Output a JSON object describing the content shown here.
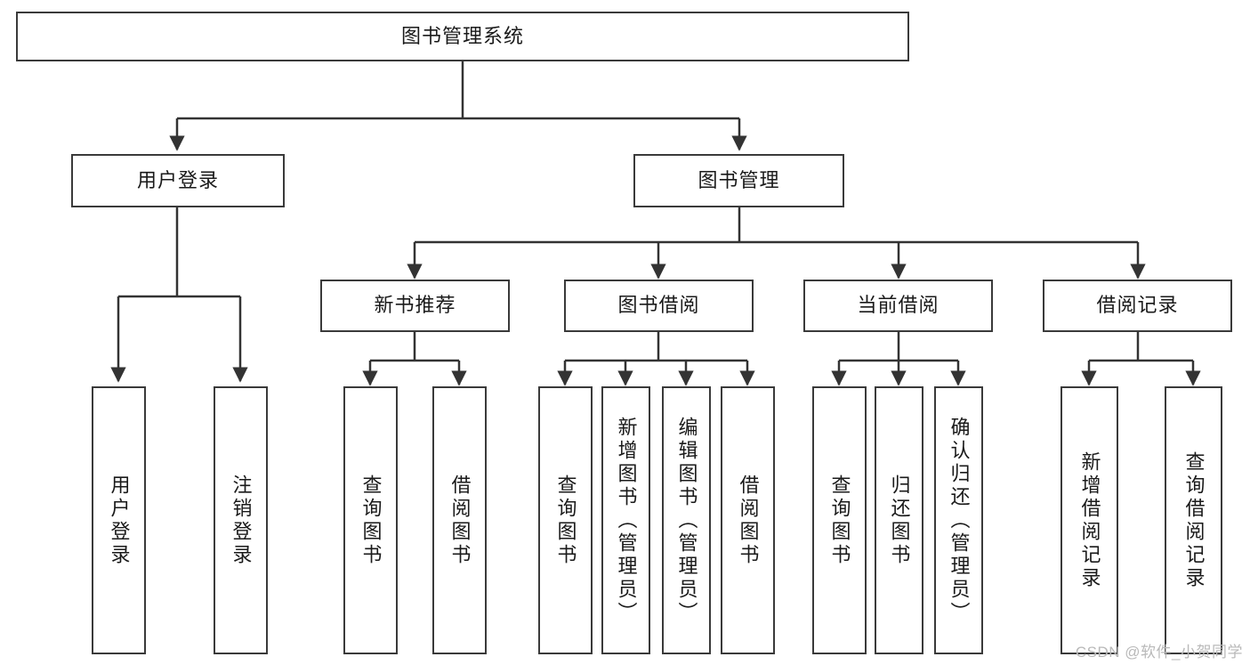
{
  "diagram": {
    "type": "tree-hierarchy",
    "title": "图书管理系统",
    "watermark": "CSDN @软件_小贺同学",
    "colors": {
      "background": "#ffffff",
      "box_border": "#3a3a3a",
      "box_fill": "#ffffff",
      "text": "#1a1a1a",
      "connector": "#333333",
      "watermark": "#b9b9b9"
    },
    "levels": {
      "level0": {
        "label": "root system"
      },
      "level1": {
        "label": "main modules"
      },
      "level2": {
        "label": "sub modules"
      },
      "level3": {
        "label": "leaf functions"
      }
    },
    "nodes": {
      "root": {
        "text": "图书管理系统",
        "orientation": "horizontal"
      },
      "user_login": {
        "text": "用户登录",
        "orientation": "horizontal"
      },
      "book_manage": {
        "text": "图书管理",
        "orientation": "horizontal"
      },
      "new_book_rec": {
        "text": "新书推荐",
        "orientation": "horizontal"
      },
      "book_borrow": {
        "text": "图书借阅",
        "orientation": "horizontal"
      },
      "current_borrow": {
        "text": "当前借阅",
        "orientation": "horizontal"
      },
      "borrow_record": {
        "text": "借阅记录",
        "orientation": "horizontal"
      },
      "leaf_user_login": {
        "text": "用户登录",
        "orientation": "vertical"
      },
      "leaf_user_logout": {
        "text": "注销登录",
        "orientation": "vertical"
      },
      "leaf_rec_query": {
        "text": "查询图书",
        "orientation": "vertical"
      },
      "leaf_rec_borrow": {
        "text": "借阅图书",
        "orientation": "vertical"
      },
      "leaf_borrow_query": {
        "text": "查询图书",
        "orientation": "vertical"
      },
      "leaf_borrow_add": {
        "text": "新增图书（管理员）",
        "orientation": "vertical"
      },
      "leaf_borrow_edit": {
        "text": "编辑图书（管理员）",
        "orientation": "vertical"
      },
      "leaf_borrow_do": {
        "text": "借阅图书",
        "orientation": "vertical"
      },
      "leaf_current_query": {
        "text": "查询图书",
        "orientation": "vertical"
      },
      "leaf_current_return": {
        "text": "归还图书",
        "orientation": "vertical"
      },
      "leaf_current_confirm": {
        "text": "确认归还（管理员）",
        "orientation": "vertical"
      },
      "leaf_record_add": {
        "text": "新增借阅记录",
        "orientation": "vertical"
      },
      "leaf_record_query": {
        "text": "查询借阅记录",
        "orientation": "vertical"
      }
    },
    "edges": [
      {
        "from": "root",
        "to": "user_login"
      },
      {
        "from": "root",
        "to": "book_manage"
      },
      {
        "from": "user_login",
        "to": "leaf_user_login"
      },
      {
        "from": "user_login",
        "to": "leaf_user_logout"
      },
      {
        "from": "book_manage",
        "to": "new_book_rec"
      },
      {
        "from": "book_manage",
        "to": "book_borrow"
      },
      {
        "from": "book_manage",
        "to": "current_borrow"
      },
      {
        "from": "book_manage",
        "to": "borrow_record"
      },
      {
        "from": "new_book_rec",
        "to": "leaf_rec_query"
      },
      {
        "from": "new_book_rec",
        "to": "leaf_rec_borrow"
      },
      {
        "from": "book_borrow",
        "to": "leaf_borrow_query"
      },
      {
        "from": "book_borrow",
        "to": "leaf_borrow_add"
      },
      {
        "from": "book_borrow",
        "to": "leaf_borrow_edit"
      },
      {
        "from": "book_borrow",
        "to": "leaf_borrow_do"
      },
      {
        "from": "current_borrow",
        "to": "leaf_current_query"
      },
      {
        "from": "current_borrow",
        "to": "leaf_current_return"
      },
      {
        "from": "current_borrow",
        "to": "leaf_current_confirm"
      },
      {
        "from": "borrow_record",
        "to": "leaf_record_add"
      },
      {
        "from": "borrow_record",
        "to": "leaf_record_query"
      }
    ]
  }
}
